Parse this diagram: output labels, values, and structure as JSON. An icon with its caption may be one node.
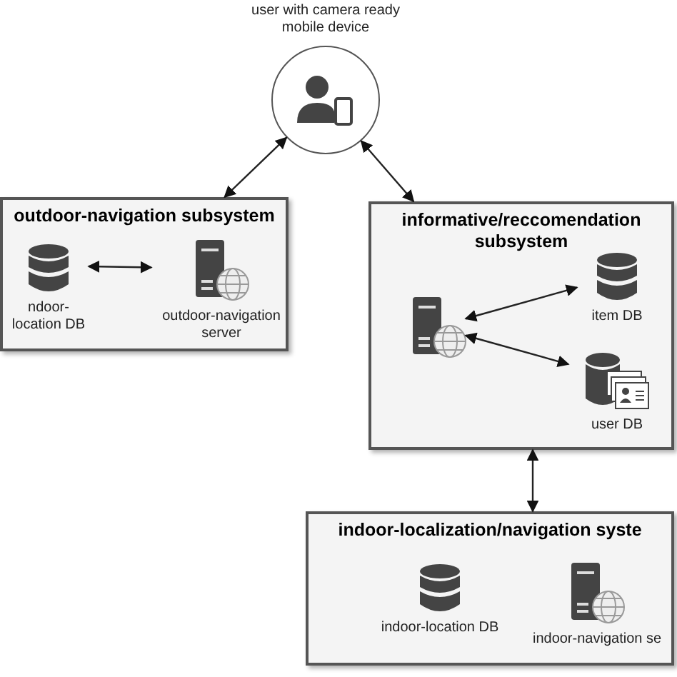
{
  "diagram": {
    "nodes": [
      {
        "text": [
          "user with camera ready mobile device"
        ]
      },
      {
        "text": [
          "outdoor-navigation subsystem"
        ]
      },
      {
        "text": [
          "ndoor-location DB"
        ],
        "in": 1
      },
      {
        "text": [
          "outdoor-navigation server"
        ],
        "in": 1
      },
      {
        "text": [
          "informative/reccomendation subsystem"
        ]
      },
      {
        "text": [],
        "shape": "server",
        "in": 4
      },
      {
        "text": [
          "item DB"
        ],
        "in": 4
      },
      {
        "text": [
          "user DB"
        ],
        "in": 4
      },
      {
        "text": [
          "indoor-localization/navigation syste"
        ]
      },
      {
        "text": [
          "indoor-location DB"
        ],
        "in": 8
      },
      {
        "text": [
          "indoor-navigation se"
        ],
        "in": 8
      }
    ],
    "edges": [
      {
        "from": 0,
        "to": 1,
        "arrow": "both"
      },
      {
        "from": 0,
        "to": 4,
        "arrow": "both"
      },
      {
        "from": 2,
        "to": 3,
        "arrow": "both"
      },
      {
        "from": 5,
        "to": 6,
        "arrow": "both"
      },
      {
        "from": 5,
        "to": 7,
        "arrow": "both"
      },
      {
        "from": 4,
        "to": 8,
        "arrow": "both"
      }
    ]
  }
}
